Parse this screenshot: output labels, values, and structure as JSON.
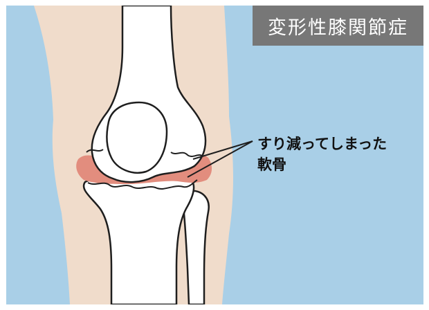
{
  "title": "変形性膝関節症",
  "callout": {
    "line1": "すり減ってしまった",
    "line2": "軟骨"
  },
  "colors": {
    "background": "#a9cfe7",
    "skin": "#f0dccb",
    "bone": "#ffffff",
    "outline": "#1e1e1e",
    "cartilage": "#e28d7e",
    "badge": "#777777"
  }
}
